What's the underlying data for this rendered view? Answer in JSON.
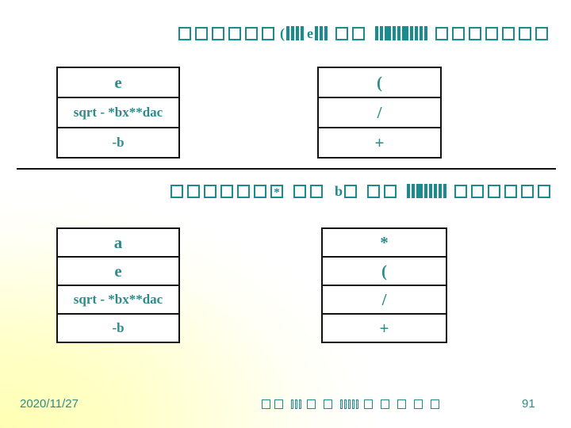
{
  "theme": {
    "accent_teal": "#1a8b8f",
    "text_teal": "#2e8b8b",
    "line_black": "#121212",
    "corner_yellow": "#ffffb4",
    "background_white": "#ffffff"
  },
  "slide": {
    "title_upper_glyphs": "BBBBBB(ffffefff BB ffFffFffff BBBBBBB",
    "title_lower_glyphs": "BBBBBBA BB bB BB ffFfffff BBBBBB",
    "footer_glyphs": "BB nnn B B nnnnn B B B B B",
    "date": "2020/11/27",
    "page_number": "91"
  },
  "tables": {
    "upper_left": {
      "rows": [
        "e",
        "sqrt - *bx**dac",
        "-b"
      ]
    },
    "upper_right": {
      "rows": [
        "(",
        "/",
        "+"
      ]
    },
    "lower_left": {
      "rows": [
        "a",
        "e",
        "sqrt - *bx**dac",
        "-b"
      ]
    },
    "lower_right": {
      "rows": [
        "*",
        "(",
        "/",
        "+"
      ]
    }
  }
}
